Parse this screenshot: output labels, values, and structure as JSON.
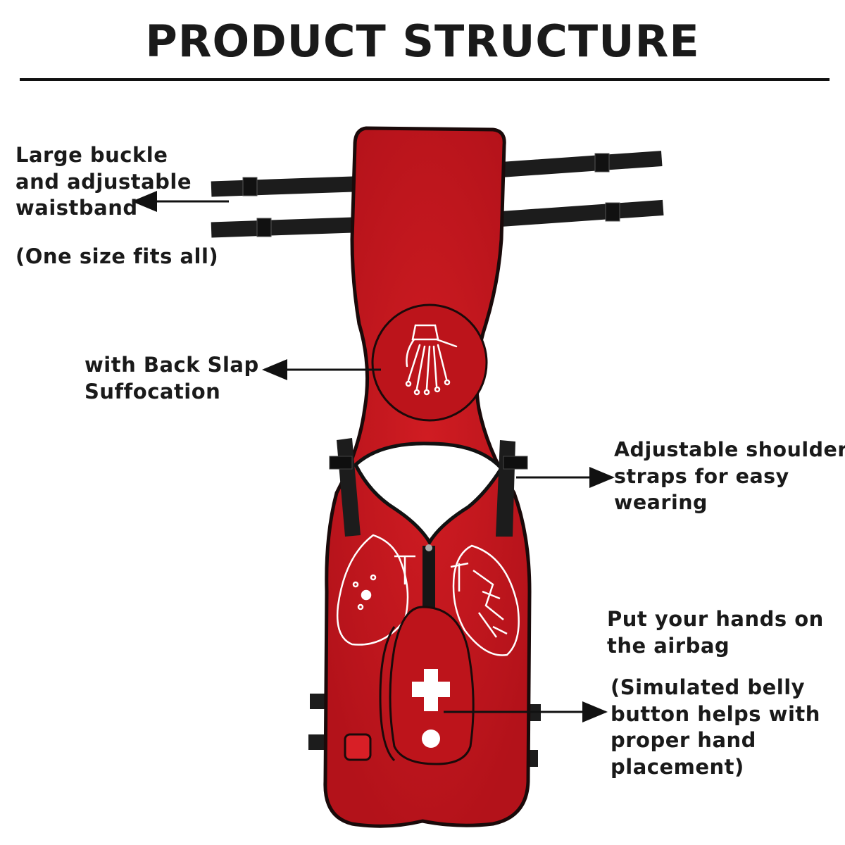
{
  "title": "PRODUCT STRUCTURE",
  "callouts": {
    "waistband": {
      "lines": [
        "Large buckle",
        "and adjustable",
        "waistband"
      ],
      "note": "(One size fits all)"
    },
    "back_slap": {
      "lines": [
        "with Back Slap",
        "Suffocation"
      ]
    },
    "shoulder": {
      "lines": [
        "Adjustable shoulder",
        "straps for easy",
        "wearing"
      ]
    },
    "airbag": {
      "lines": [
        "Put your hands on",
        "the airbag"
      ],
      "note_lines": [
        "(Simulated belly",
        "button helps with",
        "proper hand",
        "placement)"
      ]
    }
  },
  "colors": {
    "vest_red": "#c4161c",
    "vest_edge": "#1a0a0a",
    "strap_black": "#1c1c1c",
    "print_white": "#ffffff",
    "text": "#1a1a1a"
  },
  "icons": [
    "hand-bones-icon",
    "lungs-icon",
    "first-aid-cross-icon",
    "belly-button-icon"
  ]
}
